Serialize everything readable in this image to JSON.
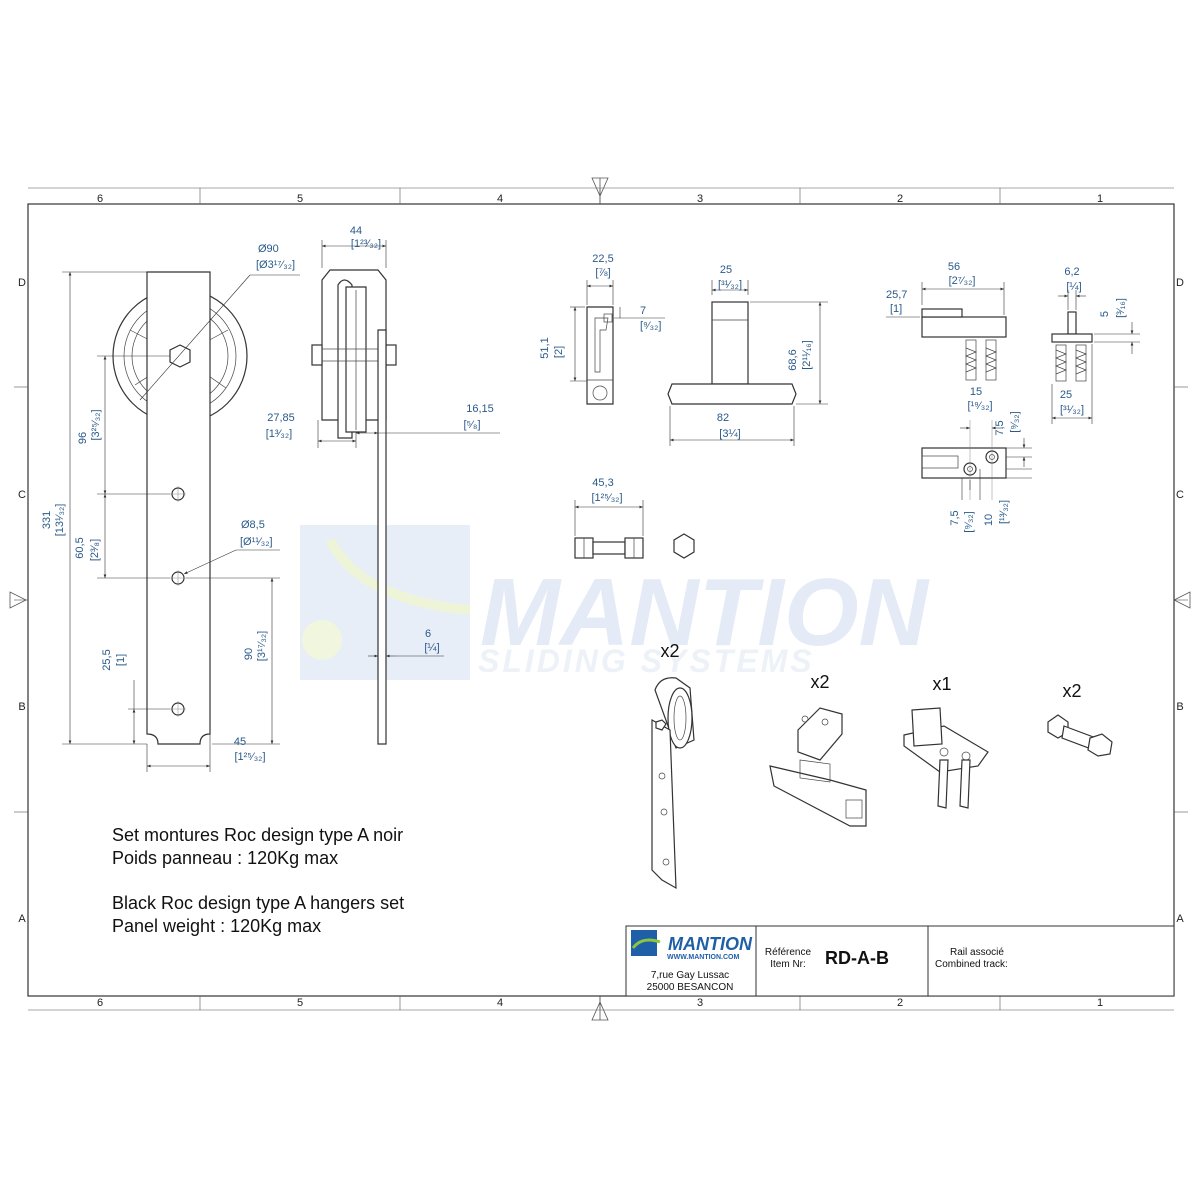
{
  "frame": {
    "col_labels": [
      "6",
      "5",
      "4",
      "3",
      "2",
      "1"
    ],
    "row_labels": [
      "D",
      "C",
      "B",
      "A"
    ]
  },
  "watermark": {
    "brand": "MANTION",
    "tagline": "SLIDING SYSTEMS"
  },
  "dimensions": {
    "diameter_90": "Ø90",
    "diameter_90_in": "[Ø3¹⁷⁄₃₂]",
    "width_44": "44",
    "width_44_in": "[1²³⁄₃₂]",
    "height_331": "331",
    "height_331_in": "[13¹⁄₃₂]",
    "h_96": "96",
    "h_96_in": "[3²⁵⁄₃₂]",
    "h_60_5": "60,5",
    "h_60_5_in": "[2³⁄₈]",
    "h_25_5": "25,5",
    "h_25_5_in": "[1]",
    "h_90": "90",
    "h_90_in": "[3¹⁷⁄₃₂]",
    "hole_8_5": "Ø8,5",
    "hole_8_5_in": "[Ø¹¹⁄₃₂]",
    "w_45": "45",
    "w_45_in": "[1²⁵⁄₃₂]",
    "w_27_85": "27,85",
    "w_27_85_in": "[1³⁄₃₂]",
    "w_16_15": "16,15",
    "w_16_15_in": "[⁵⁄₈]",
    "w_6": "6",
    "w_6_in": "[¼]",
    "w_22_5": "22,5",
    "w_22_5_in": "[⅞]",
    "h_51_1": "51,1",
    "h_51_1_in": "[2]",
    "h_7": "7",
    "h_7_in": "[⁹⁄₃₂]",
    "w_25a": "25",
    "w_25a_in": "[³¹⁄₃₂]",
    "h_68_6": "68,6",
    "h_68_6_in": "[2¹¹⁄₁₆]",
    "w_82": "82",
    "w_82_in": "[3¼]",
    "w_45_3": "45,3",
    "w_45_3_in": "[1²⁵⁄₃₂]",
    "w_56": "56",
    "w_56_in": "[2⁷⁄₃₂]",
    "h_25_7": "25,7",
    "h_25_7_in": "[1]",
    "w_6_2": "6,2",
    "w_6_2_in": "[¼]",
    "h_5": "5",
    "h_5_in": "[³⁄₁₆]",
    "w_25b": "25",
    "w_25b_in": "[³¹⁄₃₂]",
    "w_15": "15",
    "w_15_in": "[¹⁹⁄₃₂]",
    "h_7_5a": "7,5",
    "h_7_5a_in": "[⁹⁄₃₂]",
    "h_7_5b": "7,5",
    "h_7_5b_in": "[⁹⁄₃₂]",
    "h_10": "10",
    "h_10_in": "[¹³⁄₃₂]"
  },
  "quantities": {
    "hanger": "x2",
    "bracket": "x2",
    "stop": "x1",
    "spacer": "x2"
  },
  "notes": {
    "fr_line1": "Set montures Roc design type A noir",
    "fr_line2": "Poids panneau : 120Kg max",
    "en_line1": "Black Roc design type A hangers set",
    "en_line2": "Panel weight : 120Kg max"
  },
  "title_block": {
    "logo_text": "MANTION",
    "logo_url": "WWW.MANTION.COM",
    "address_line1": "7,rue Gay Lussac",
    "address_line2": "25000 BESANCON",
    "ref_label_fr": "Référence",
    "ref_label_en": "Item Nr:",
    "ref_value": "RD-A-B",
    "rail_label_fr": "Rail associé",
    "rail_label_en": "Combined track:",
    "rail_value": ""
  },
  "colors": {
    "dimension": "#2a5a8a",
    "watermark": "#e3ebf6",
    "logo_blue": "#1f5fa8",
    "logo_green": "#8cc63f"
  }
}
